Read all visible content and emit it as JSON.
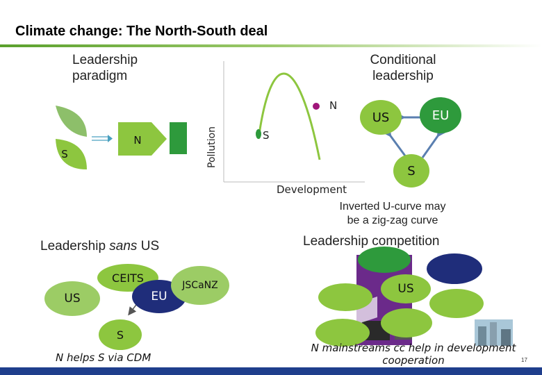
{
  "slide": {
    "title": "Climate change: The North-South deal",
    "page_number": "17"
  },
  "top_left": {
    "heading": "Leadership\nparadigm",
    "n_label": "N",
    "s_label": "S"
  },
  "curve": {
    "ylabel": "Pollution",
    "xlabel": "Development",
    "n_label": "N",
    "s_label": "S",
    "caption": "Inverted U-curve may\nbe a zig-zag curve"
  },
  "top_right": {
    "heading": "Conditional\nleadership",
    "us": "US",
    "eu": "EU",
    "s": "S"
  },
  "bottom_left": {
    "heading_pre": "Leadership ",
    "heading_em": "sans",
    "heading_post": " US",
    "ceits": "CEITS",
    "jscanz": "JSCaNZ",
    "us": "US",
    "eu": "EU",
    "s": "S",
    "caption": "N helps S via CDM"
  },
  "bottom_right": {
    "heading": "Leadership competition",
    "us": "US",
    "caption": "N mainstreams cc help in development\ncooperation"
  },
  "colors": {
    "green_light": "#9ccc65",
    "green_mid": "#8dc63f",
    "green_dark": "#2e9a3c",
    "navy": "#1f2d7a",
    "purple": "#6b2a8a",
    "magenta": "#a0157a",
    "bar": "#1f3e8c"
  }
}
